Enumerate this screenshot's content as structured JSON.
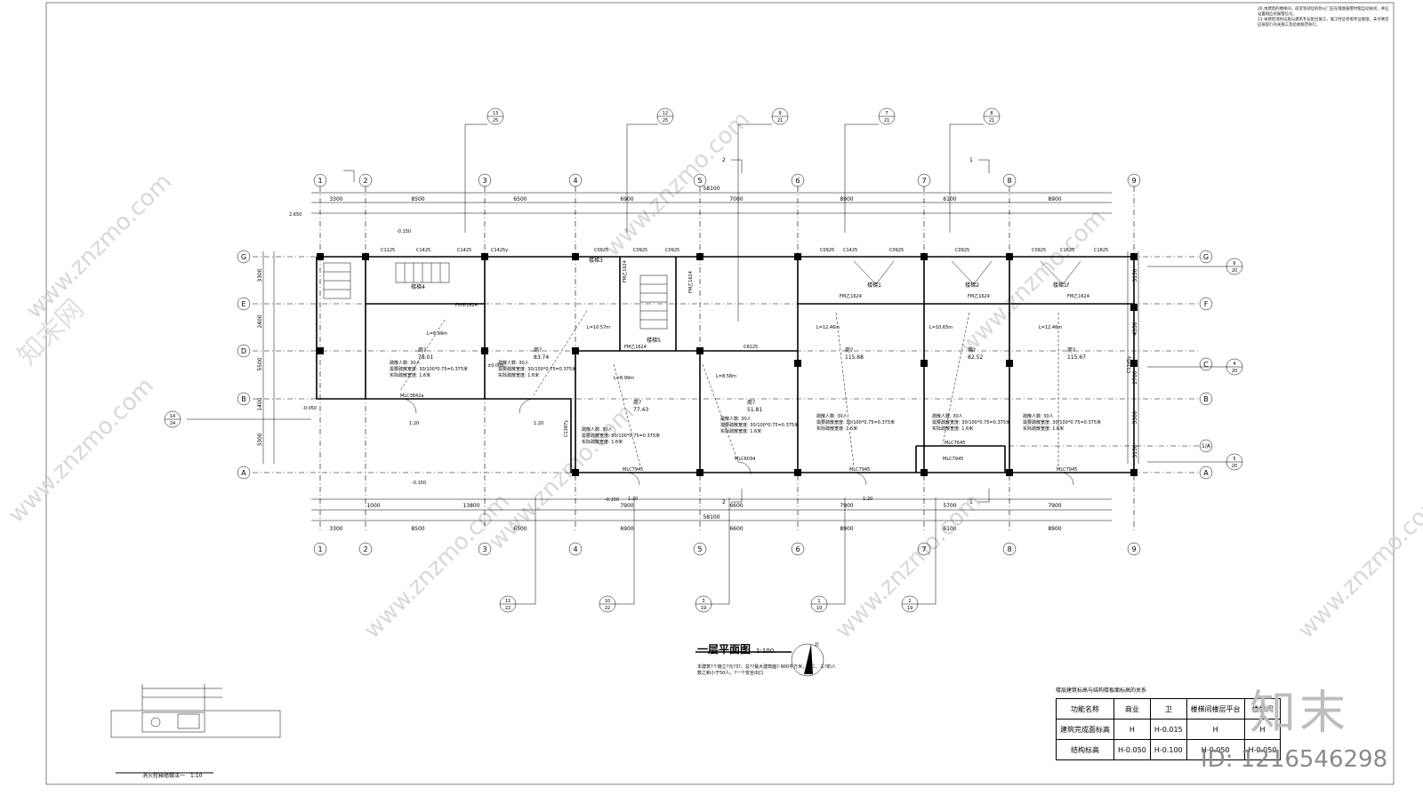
{
  "drawing": {
    "title": "一层平面图",
    "scale": "1:100",
    "north_label": "北",
    "note": "本建筑?个施立?元?3?。总??最大建筑面?-900平方米，第二、三?的人数之和小于50人，?一个安全出口",
    "top_notes": [
      "20.本建筑的楼梯间、前室等部位的防火门应在隆烟报警时能自动关闭，并应设置相应的报警信号。",
      "21.本建筑消防设施与建筑专业配合施工，施工时应参照专业图纸，未尽事宜应按现行有关施工及验收规范执行。"
    ],
    "grid_top": [
      "1",
      "2",
      "3",
      "4",
      "5",
      "6",
      "7",
      "8",
      "9"
    ],
    "grid_bottom": [
      "1",
      "2",
      "3",
      "4",
      "5",
      "6",
      "7",
      "8",
      "9"
    ],
    "grid_left": [
      "G",
      "E",
      "D",
      "B",
      "A"
    ],
    "grid_right": [
      "G",
      "F",
      "C",
      "B",
      "1/A",
      "A"
    ],
    "dims_overall": [
      "58100",
      "58100"
    ],
    "dims_top_row": [
      "3300",
      "8500",
      "6500",
      "6900",
      "7000",
      "8900",
      "6100",
      "8900"
    ],
    "dims_bottom_row": [
      "3300",
      "8500",
      "6500",
      "6900",
      "6600",
      "8900",
      "6100",
      "8900"
    ],
    "dims_bottom_sub": [
      "1000",
      "13800",
      "7900",
      "6600",
      "7900",
      "5700",
      "7900"
    ],
    "dims_left": [
      "3300",
      "2400",
      "5500",
      "1400",
      "3300"
    ],
    "dims_right": [
      "3150",
      "4350",
      "2700",
      "3300",
      "3150"
    ],
    "stair_labels": [
      "楼梯4",
      "楼梯3",
      "楼梯5",
      "楼梯1",
      "楼梯2",
      "楼梯1f"
    ],
    "window_labels": [
      "C1125",
      "C1425",
      "C1425",
      "C1425y",
      "C0925",
      "C0925",
      "C0925",
      "C1425",
      "C0925",
      "C0925",
      "C0925",
      "C1625",
      "C0925",
      "C1625",
      "C6225",
      "C1387y",
      "C1345y",
      "FM甲1624",
      "FM乙1624",
      "FM乙1624",
      "FM乙1624",
      "FM乙1624",
      "FM乙1624",
      "FM乙1624"
    ],
    "door_labels": [
      "MLC3842a",
      "MLC7645",
      "MLC7945",
      "MLC7945",
      "MLC7945",
      "MLC6034",
      "MLC7945"
    ],
    "room_areas": [
      "78.01",
      "83.74",
      "77.43",
      "51.81",
      "115.68",
      "82.52",
      "115.67"
    ],
    "room_label": "商?",
    "evac_lines": [
      "L=6.99m",
      "L=10.57m",
      "L=8.99m",
      "L=8.58m",
      "L=12.46m",
      "L=10.65m",
      "L=12.46m"
    ],
    "evac_text": [
      "疏散人数: 30人",
      "需要疏散宽度: 30/100*0.75=0.375米",
      "实际疏散宽度: 1.6米"
    ],
    "levels": [
      "±0.000",
      "-0.050",
      "-0.150",
      "-0.150",
      "-0.150",
      "2.650"
    ],
    "section_marks": [
      "1",
      "2",
      "1",
      "2"
    ],
    "index_circles": [
      {
        "top": "13",
        "bot": "25"
      },
      {
        "top": "12",
        "bot": "25"
      },
      {
        "top": "9",
        "bot": "21"
      },
      {
        "top": "7",
        "bot": "21"
      },
      {
        "top": "8",
        "bot": "21"
      },
      {
        "top": "6",
        "bot": "20"
      },
      {
        "top": "4",
        "bot": "20"
      },
      {
        "top": "5",
        "bot": "20"
      },
      {
        "top": "14",
        "bot": "24"
      },
      {
        "top": "11",
        "bot": "22"
      },
      {
        "top": "10",
        "bot": "22"
      },
      {
        "top": "3",
        "bot": "19"
      },
      {
        "top": "1",
        "bot": "19"
      },
      {
        "top": "2",
        "bot": "19"
      }
    ],
    "ramp": "1:20"
  },
  "elevation_table": {
    "title": "楼层建筑标高与结构楼板面标高的关系",
    "headers": [
      "功能名称",
      "商业",
      "卫",
      "楼梯间楼层平台",
      "楼梯间"
    ],
    "rows": [
      [
        "建筑完成面标高",
        "H",
        "H-0.015",
        "H",
        "H"
      ],
      [
        "结构标高",
        "H-0.050",
        "H-0.100",
        "H-0.050",
        "H-0.050"
      ]
    ]
  },
  "detail": {
    "label": "消火栓箱墙做法一",
    "scale": "1:10"
  },
  "watermark": {
    "brand": "知末",
    "id": "ID: 1216546298",
    "site": "www.znzmo.com",
    "site_cn": "知末网"
  }
}
